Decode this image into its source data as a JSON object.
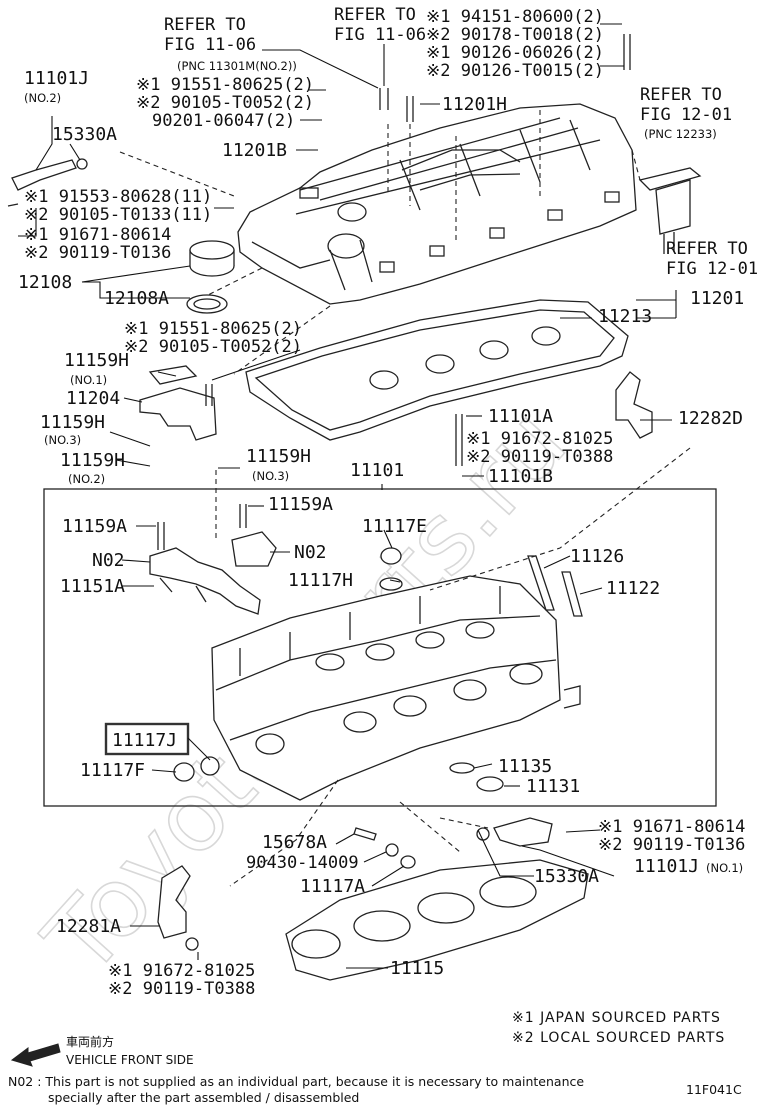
{
  "watermark": "Toyota-Parts.ru",
  "labels": {
    "refer_1106_a": "REFER TO",
    "refer_1106_b": "FIG 11-06",
    "pnc_11301m": "(PNC 11301M(NO.2))",
    "refer_1106_c": "REFER TO",
    "refer_1106_d": "FIG 11-06",
    "p94151": "※1 94151-80600(2)",
    "p90178": "※2 90178-T0018(2)",
    "p90126a": "※1 90126-06026(2)",
    "p90126b": "※2 90126-T0015(2)",
    "p11101j_top": "11101J",
    "no2_a": "(NO.2)",
    "p15330a_top": "15330A",
    "p91551a": "※1 91551-80625(2)",
    "p90105a": "※2 90105-T0052(2)",
    "p90201": "90201-06047(2)",
    "p11201h": "11201H",
    "refer_1201_a": "REFER TO",
    "refer_1201_b": "FIG 12-01",
    "pnc_12233": "(PNC 12233)",
    "p11201b": "11201B",
    "p91553": "※1 91553-80628(11)",
    "p90105b": "※2 90105-T0133(11)",
    "p91671a": "※1 91671-80614",
    "p90119a": "※2 90119-T0136",
    "refer_1201_c": "REFER TO",
    "refer_1201_d": "FIG 12-01",
    "p12108": "12108",
    "p12108a": "12108A",
    "p11201": "11201",
    "p11213": "11213",
    "p91551b": "※1 91551-80625(2)",
    "p90105c": "※2 90105-T0052(2)",
    "p11159h_1": "11159H",
    "no1_a": "(NO.1)",
    "p11204": "11204",
    "p11101a": "11101A",
    "p12282d": "12282D",
    "p11159h_2": "11159H",
    "no3_a": "(NO.3)",
    "p91672a": "※1 91672-81025",
    "p90119b": "※2 90119-T0388",
    "p11159h_3": "11159H",
    "no2_b": "(NO.2)",
    "p11159h_4": "11159H",
    "no3_b": "(NO.3)",
    "p11101b": "11101B",
    "p11101": "11101",
    "p11159a_1": "11159A",
    "p11159a_2": "11159A",
    "p11117e": "11117E",
    "n02_a": "N02",
    "n02_b": "N02",
    "p11126": "11126",
    "p11117h": "11117H",
    "p11151a": "11151A",
    "p11122": "11122",
    "p11117j": "11117J",
    "p11117f": "11117F",
    "p11135": "11135",
    "p11131": "11131",
    "p15678a": "15678A",
    "p91671b": "※1 91671-80614",
    "p90119c": "※2 90119-T0136",
    "p90430": "90430-14009",
    "p11101j_bot": "11101J",
    "no1_b": "(NO.1)",
    "p15330a_bot": "15330A",
    "p11117a": "11117A",
    "p12281a": "12281A",
    "p11115": "11115",
    "p91672b": "※1 91672-81025",
    "p90119d": "※2 90119-T0388",
    "legend1": "※1 JAPAN SOURCED PARTS",
    "legend2": "※2 LOCAL SOURCED PARTS",
    "front_jp": "車両前方",
    "front_en": "VEHICLE FRONT SIDE",
    "note1": "N02 : This part is not supplied as an individual part, because it is necessary to maintenance",
    "note2": "specially after the part assembled / disassembled",
    "fig_code": "11F041C"
  }
}
